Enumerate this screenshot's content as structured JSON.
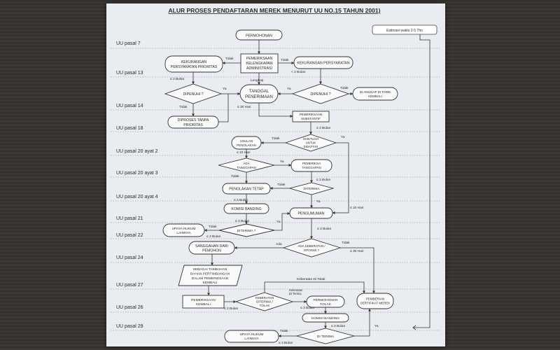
{
  "title": "ALUR PROSES PENDAFTARAN MEREK MENURUT UU NO.15 TAHUN 2001)",
  "estimate_label": "Estimasi waktu 2-5 Thn",
  "law_labels": [
    "UU pasal 7",
    "UU pasal 13",
    "UU pasal 14",
    "UU pasal 18",
    "UU pasal 20 ayat 2",
    "UU pasal 20 ayat 3",
    "UU pasal 20 ayat 4",
    "UU pasal 21",
    "UU pasal 22",
    "UU pasal 24",
    "UU pasal 27",
    "UU pasal 26",
    "UU pasal 29"
  ],
  "nodes": {
    "permohonan": "PERMOHONAN",
    "pemeriksaan_kelengkapan": [
      "PEMERIKSAAN",
      "KELENGKAPAN",
      "ADMINISTRASI"
    ],
    "kekurangan_prioritas": [
      "KEKURANGAN",
      "PERSYARATAN PRIORITAS"
    ],
    "kekurangan_persyaratan": "KEKURANGAN  PERSYARATAN",
    "dipenuhi_left": "DIPENUHI ?",
    "tanggal_penerimaan": [
      "TANGGAL",
      "PENERIMAAN"
    ],
    "dipenuhi_right": "DIPENUHI ?",
    "dianggap_ditarik": [
      "DI ANGGAP DI TARIK",
      "KEMBALI"
    ],
    "diproses_tanpa": [
      "DIPROSES TANPA",
      "PRIORITAS"
    ],
    "pemeriksaan_substantif": [
      "PEMERIKSAAN",
      "SUBSTANTIF"
    ],
    "usulan_penolakan": [
      "USULAN",
      "PENOLAKAN"
    ],
    "disetujui": [
      "DISETUJUI",
      "UNTUK",
      "DIDAFTAR"
    ],
    "ada_tanggapan": [
      "ADA",
      "TANGGAPAN"
    ],
    "pemeriksa_tanggapan": [
      "PEMERIKSA",
      "TANGGAPAN"
    ],
    "penolakan_tetap": "PENOLAKAN TETAP",
    "diterima_1": "DITERIMA",
    "komisi_banding_1": "KOMISI BANDING",
    "pengumuman": "PENGUMUMAN",
    "upaya_hukum_1": [
      "UPAYA HUKUM",
      "LAINNYA"
    ],
    "diterima_2": "DITERIMA ?",
    "sanggahan": [
      "SANGGAHAN DARI",
      "PEMOHON"
    ],
    "ada_keberatan": [
      "ADA KEBERATAN /",
      "OPOSISI ?"
    ],
    "sebagai_tambahan": [
      "SEBAGAI TAMBAHAN",
      "BAHAN PERTIMBANGAN",
      "DALAM PEMERIKSAAN",
      "KEMBALI"
    ],
    "pemeriksaan_kembali": [
      "PEMERIKSAAN",
      "KEMBALI"
    ],
    "keberatan_diterima": [
      "KEBERATAN",
      "DITERIMA /",
      "TOLAK"
    ],
    "permohonan_tolak": [
      "PERMOHONAN",
      "TOLAK"
    ],
    "pemberian_sertifikat": [
      "PEMBERIAN",
      "SERTIFIKAT MEREK"
    ],
    "komisi_banding_2": "KOMISI BANDING",
    "upaya_hukum_2": [
      "UPAYA HUKUM",
      "LAINNYA"
    ],
    "di_terima": "DI TERIMA"
  },
  "edge_labels": {
    "tidak": "Tidak",
    "ya": "Ya",
    "lengkap": "Lengkap",
    "ada": "Ada",
    "le3_bulan": "≤ 3 Bulan",
    "le2_bulan": "< 2 Bulan",
    "le30_hari": "≤ 30 Hari",
    "le3_bulan_b": "≤ 3 Bulan",
    "le10_hari": "≤ 10 Hari",
    "le10_hari_b": "≤ 10 Hari",
    "le3_bulan_c": "≤ 3 Bulan",
    "le3_bulan_d": "≤ 3 Bulan",
    "le3_bulan_e": "≤ 3 Bulan",
    "le3_bulan_f": "≤ 3 Bulan",
    "le30_hari_b": "≤ 30 Hari",
    "keberatan_ditolak": "Keberatan Di Tolak",
    "keberatan_diterima": [
      "Keberatan",
      "Di Terima"
    ],
    "le2_bulan_b": "≤ 2 Bulan",
    "le3_bulan_g": "≤ 3 Bulan",
    "le3_bulan_h": "≤ 3 Bulan",
    "le3_bulan_i": "≤ 3 Bulan"
  }
}
